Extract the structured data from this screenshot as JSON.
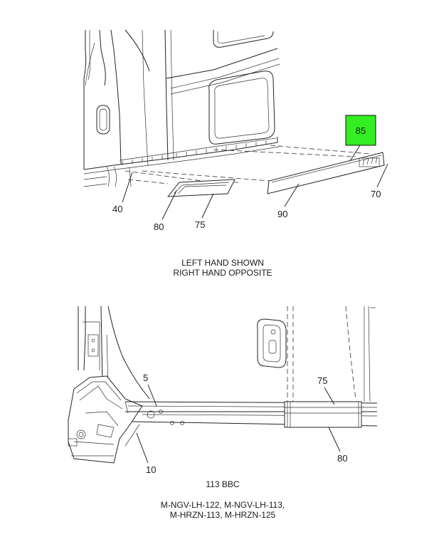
{
  "highlight_color": "#33ee22",
  "top_view": {
    "callouts": {
      "c85": "85",
      "c70": "70",
      "c40": "40",
      "c80": "80",
      "c75": "75",
      "c90": "90"
    }
  },
  "note": {
    "line1": "LEFT HAND SHOWN",
    "line2": "RIGHT HAND OPPOSITE"
  },
  "bottom_view": {
    "callouts": {
      "c5": "5",
      "c75": "75",
      "c10": "10",
      "c80": "80"
    }
  },
  "caption": {
    "model": "113 BBC",
    "applies_line1": "M-NGV-LH-122, M-NGV-LH-113,",
    "applies_line2": "M-HRZN-113, M-HRZN-125"
  }
}
